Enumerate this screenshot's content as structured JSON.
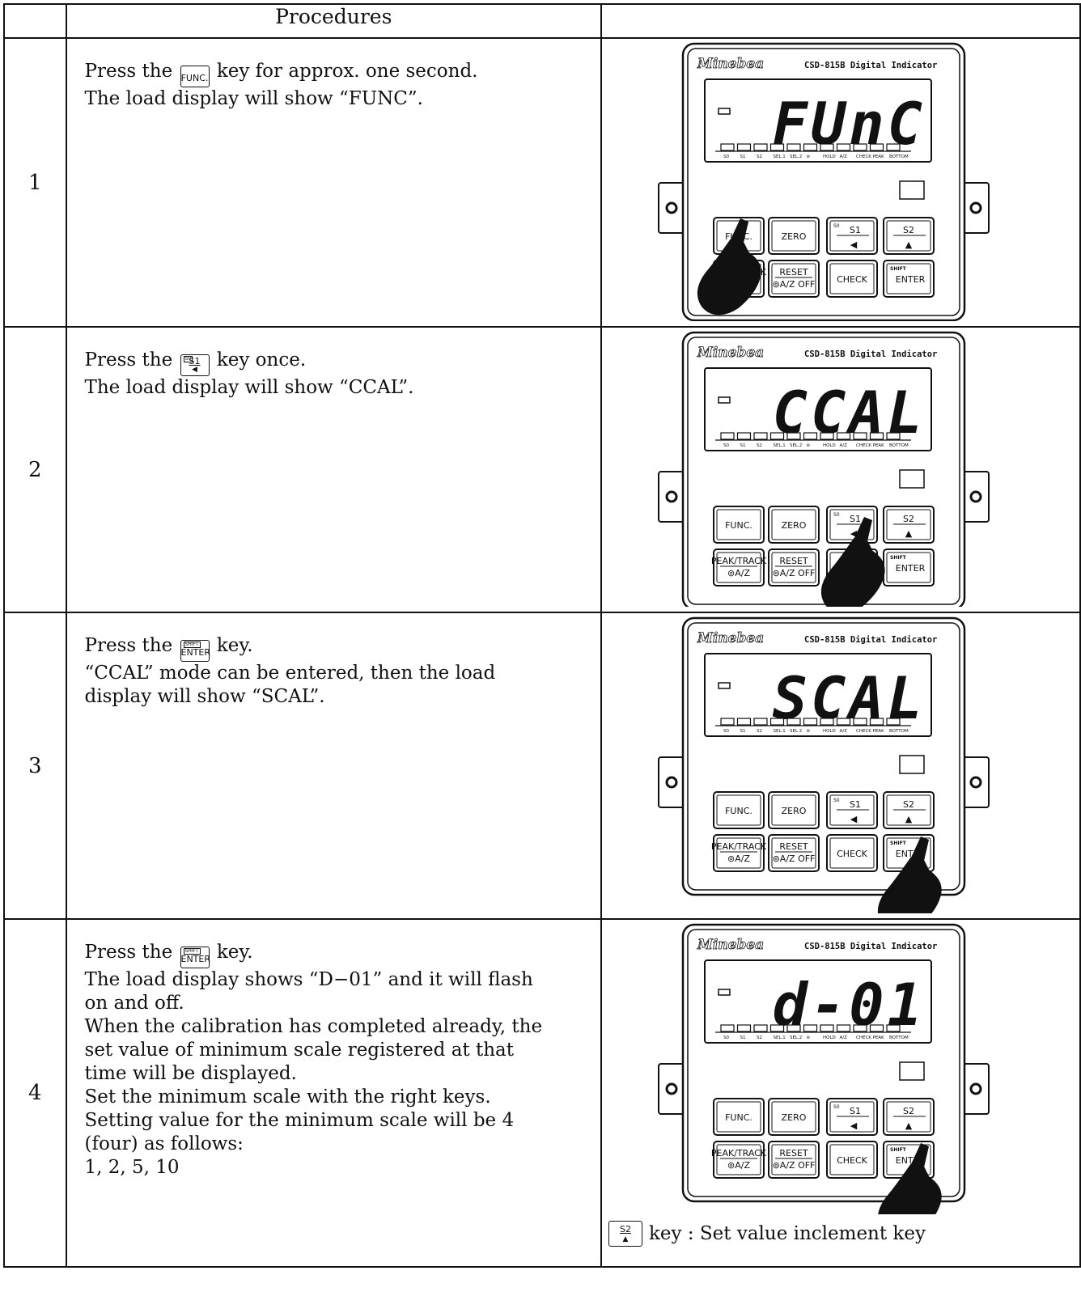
{
  "header": {
    "procedures_label": "Procedures"
  },
  "device": {
    "brand": "Minebea",
    "model": "CSD-815B Digital Indicator",
    "indicators": [
      "S0",
      "S1",
      "S2",
      "SEL.1",
      "SEL.2",
      "⊚",
      "HOLD",
      "A/Z",
      "CHECK",
      "PEAK",
      "BOTTOM"
    ],
    "keys": {
      "func": "FUNC.",
      "zero": "ZERO",
      "s1": "S1",
      "s2": "S2",
      "s0_sub": "S0",
      "peak_track": "PEAK/TRACK",
      "az": "⊚A/Z",
      "reset": "RESET",
      "az_off": "⊚A/Z OFF",
      "check": "CHECK",
      "enter": "ENTER",
      "shift_sub": "SHIFT"
    }
  },
  "steps": [
    {
      "num": "1",
      "pre": "Press the",
      "key_label": "FUNC.",
      "post": "key for approx. one second.",
      "lines": [
        "The load display will show “FUNC”."
      ],
      "display": "FUnC",
      "pointer": "func"
    },
    {
      "num": "2",
      "pre": "Press the",
      "key_label": "S1",
      "post": "key once.",
      "lines": [
        "The load display will show “CCAL”."
      ],
      "display": "CCAL",
      "pointer": "s1"
    },
    {
      "num": "3",
      "pre": "Press the",
      "key_label": "ENTER",
      "post": "key.",
      "lines": [
        "“CCAL” mode can be entered, then the load",
        "display will show “SCAL”."
      ],
      "display": "SCAL",
      "pointer": "enter"
    },
    {
      "num": "4",
      "pre": "Press the",
      "key_label": "ENTER",
      "post": "key.",
      "lines": [
        "The load display shows “D−01” and it will flash",
        "on and off.",
        "When the calibration has completed already, the",
        "set value of minimum scale registered at that",
        "time will be displayed.",
        "Set the minimum scale with the right keys.",
        "Setting value for the minimum scale will be 4",
        "(four) as follows:",
        "1, 2, 5, 10"
      ],
      "display": "d-01",
      "pointer": "enter"
    }
  ],
  "footnote": {
    "key_label": "S2",
    "text": "key  : Set value inclement key"
  }
}
